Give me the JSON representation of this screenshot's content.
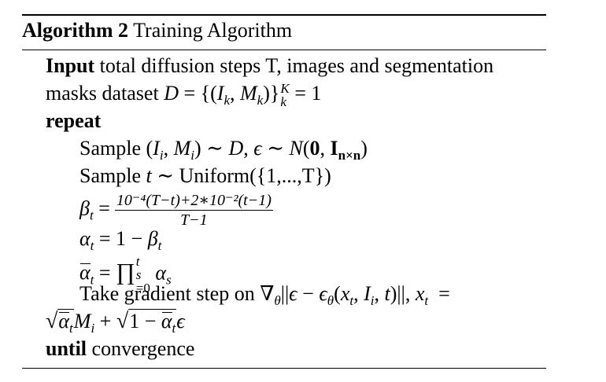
{
  "algorithm": {
    "label": "Algorithm 2",
    "title": "Training Algorithm"
  },
  "input": {
    "keyword": "Input",
    "text_line1": " total diffusion steps T, images and segmentation",
    "text_line2": "masks dataset "
  },
  "loop": {
    "start_keyword": "repeat",
    "end_keyword": "until",
    "end_text": " convergence"
  },
  "steps": {
    "sample_word": "Sample ",
    "uniform_text": "Uniform({1,...,T})",
    "beta_numerator": "10⁻⁴(T−t)+2∗10⁻²(t−1)",
    "beta_denominator": "T−1",
    "take_gradient_text": "Take gradient step on "
  }
}
